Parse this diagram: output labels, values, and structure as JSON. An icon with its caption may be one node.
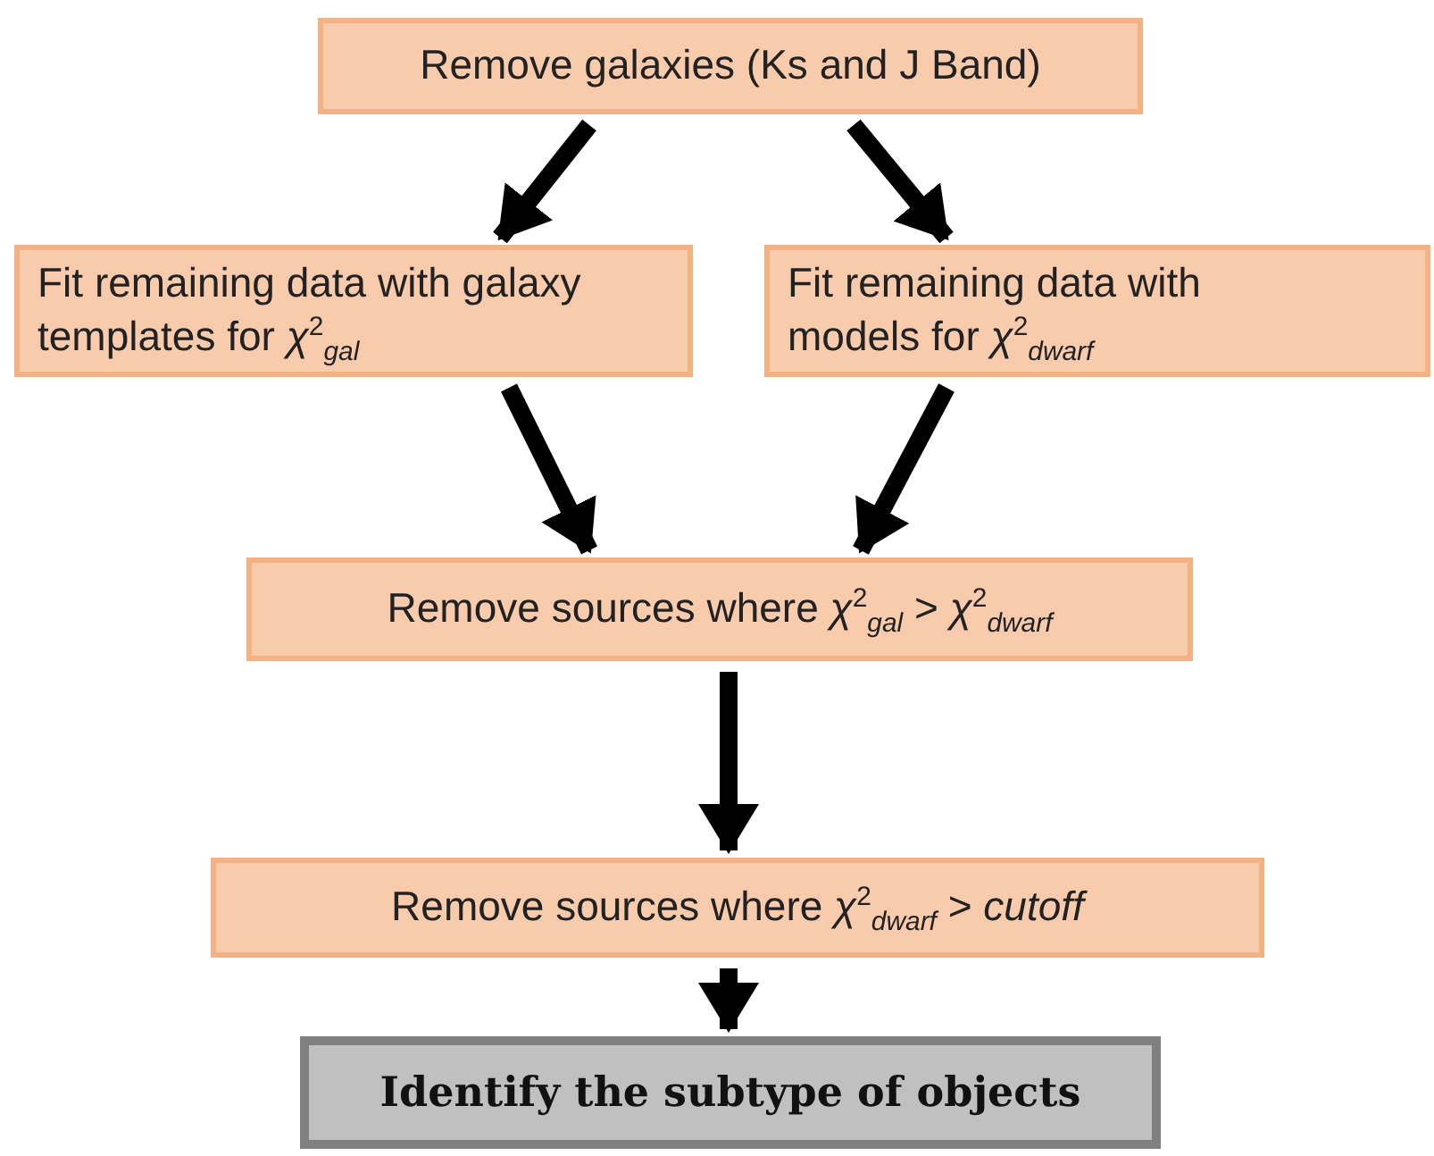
{
  "diagram": {
    "nodes": [
      {
        "text": [
          "Remove galaxies (Ks and J Band)"
        ]
      },
      {
        "text": [
          "Fit remaining data with galaxy templates for *χ*$^{2}$$_{gal}$"
        ]
      },
      {
        "text": [
          "Fit remaining data with models for *χ*$^{2}$$_{dwarf}$"
        ]
      },
      {
        "text": [
          "Remove sources where *χ*$^{2}$$_{gal}$ > *χ*$^{2}$$_{dwarf}$"
        ]
      },
      {
        "text": [
          "Remove sources where *χ*$^{2}$$_{dwarf}$ > *cutoff*"
        ]
      },
      {
        "text": [
          "Identify the subtype of objects"
        ]
      }
    ],
    "edges": [
      {
        "from": 0,
        "to": 1,
        "arrow": "to"
      },
      {
        "from": 0,
        "to": 2,
        "arrow": "to"
      },
      {
        "from": 1,
        "to": 3,
        "arrow": "to"
      },
      {
        "from": 2,
        "to": 3,
        "arrow": "to"
      },
      {
        "from": 3,
        "to": 4,
        "arrow": "to"
      },
      {
        "from": 4,
        "to": 5,
        "arrow": "to"
      }
    ]
  }
}
